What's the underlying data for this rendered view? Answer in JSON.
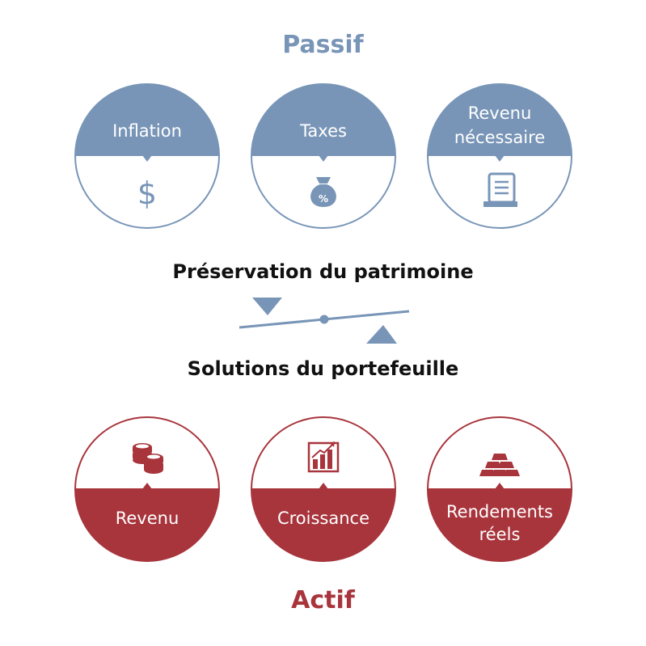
{
  "passif": {
    "title": "Passif",
    "color": "#7895b7",
    "items": [
      {
        "lines": [
          "Inflation"
        ],
        "icon": "dollar-icon"
      },
      {
        "lines": [
          "Taxes"
        ],
        "icon": "money-bag-percent-icon"
      },
      {
        "lines": [
          "Revenu",
          "nécessaire"
        ],
        "icon": "receipt-icon"
      }
    ]
  },
  "balance": {
    "top_label": "Préservation du patrimoine",
    "bottom_label": "Solutions du portefeuille"
  },
  "actif": {
    "title": "Actif",
    "color": "#a8343c",
    "items": [
      {
        "lines": [
          "Revenu"
        ],
        "icon": "coins-stack-icon"
      },
      {
        "lines": [
          "Croissance"
        ],
        "icon": "growth-chart-icon"
      },
      {
        "lines": [
          "Rendements",
          "réels"
        ],
        "icon": "gold-bars-icon"
      }
    ]
  }
}
